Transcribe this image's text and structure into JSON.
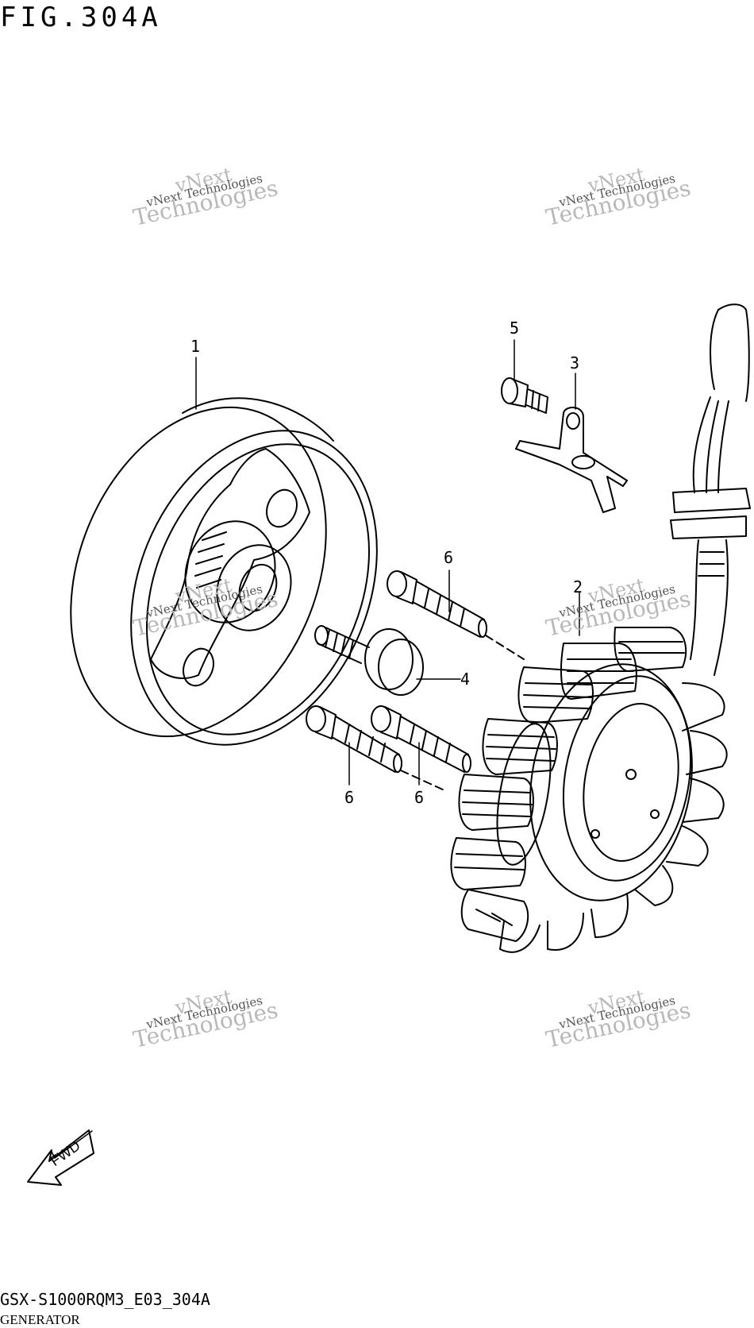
{
  "figure": {
    "title": "FIG.304A",
    "model_code": "GSX-S1000RQM3_E03_304A",
    "section_name": "GENERATOR"
  },
  "watermark": {
    "line1": "vNext",
    "line2": "vNext Technologies",
    "line3": "Technologies"
  },
  "callouts": {
    "c1": "1",
    "c2": "2",
    "c3": "3",
    "c4": "4",
    "c5": "5",
    "c6a": "6",
    "c6b": "6",
    "c6c": "6"
  },
  "fwd_label": "FWD"
}
